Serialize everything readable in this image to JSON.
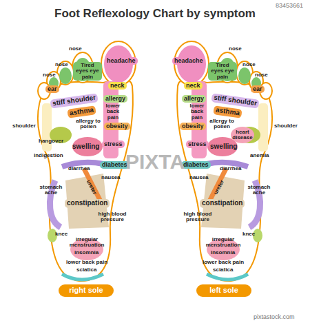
{
  "diagram": {
    "title": "Foot Reflexology Chart by symptom",
    "nodes": [
      {
        "text": [
          "headache"
        ]
      },
      {
        "text": [
          "Tired eyes eye pain"
        ]
      },
      {
        "text": [
          "neck"
        ]
      },
      {
        "text": [
          "ear"
        ]
      },
      {
        "text": [
          "stiff shoulder"
        ]
      },
      {
        "text": [
          "asthma"
        ]
      },
      {
        "text": [
          "allergy"
        ]
      },
      {
        "text": [
          "obesity"
        ]
      },
      {
        "text": [
          "stress"
        ]
      },
      {
        "text": [
          "diabetes"
        ]
      },
      {
        "text": [
          "constipation"
        ]
      },
      {
        "text": [
          "right sole"
        ]
      },
      {
        "text": [
          "headache"
        ]
      },
      {
        "text": [
          "Tired eyes eye pain"
        ]
      },
      {
        "text": [
          "neck"
        ]
      },
      {
        "text": [
          "ear"
        ]
      },
      {
        "text": [
          "stiff shoulder"
        ]
      },
      {
        "text": [
          "asthma"
        ]
      },
      {
        "text": [
          "allergy"
        ]
      },
      {
        "text": [
          "obesity"
        ]
      },
      {
        "text": [
          "stress"
        ]
      },
      {
        "text": [
          "diabetes"
        ]
      },
      {
        "text": [
          "constipation"
        ]
      },
      {
        "text": [
          "left sole"
        ]
      }
    ],
    "labels": [
      "nose",
      "nose",
      "nose",
      "lower back pain",
      "shoulder",
      "allergy to pollen",
      "hangover",
      "indigestion",
      "swelling",
      "diarrhea",
      "ureter",
      "nausea",
      "stomach ache",
      "high blood pressure",
      "knee",
      "irregular menstruation",
      "insomnia",
      "lower back pain",
      "sciatica",
      "nose",
      "nose",
      "nose",
      "lower back pain",
      "allergy to pollen",
      "heart disease",
      "shoulder",
      "swelling",
      "anemia",
      "diarrhea",
      "ureter",
      "nausea",
      "stomach ache",
      "high blood pressure",
      "knee",
      "irregular menstruation",
      "insomnia",
      "lower back pain",
      "sciatica",
      "PIXTA",
      "pixtastock.com",
      "83453661"
    ]
  }
}
